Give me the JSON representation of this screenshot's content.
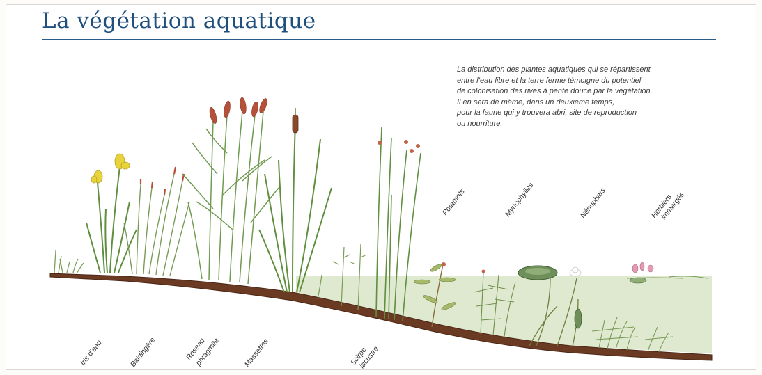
{
  "header": {
    "title": "La végétation aquatique"
  },
  "description": {
    "lines": [
      "La distribution des plantes aquatiques qui se répartissent",
      "entre l’eau libre et la terre ferme témoigne du potentiel",
      "de colonisation des rives à pente douce par la végétation.",
      "Il en sera de même, dans un deuxième temps,",
      "pour la faune qui y trouvera abri, site de reproduction",
      "ou nourriture."
    ]
  },
  "shore_labels": {
    "iris": "Iris d’eau",
    "baldingere": "Baldingère",
    "roseau_line1": "Roseau",
    "roseau_line2": "phragmite",
    "massettes": "Massettes",
    "scirpe_line1": "Scirpe",
    "scirpe_line2": "lacustre"
  },
  "water_labels": {
    "potamots": "Potamots",
    "myriophylles": "Myriophylles",
    "nenuphars": "Nénuphars",
    "herbiers_line1": "Herbiers",
    "herbiers_line2": "immergés"
  },
  "colors": {
    "title": "#1f4f7d",
    "rule": "#2a5b8a",
    "soil": "#6b3a22",
    "water": "#dfe9cf",
    "reed_green": "#6f9a4f",
    "reed_flower": "#b5503a",
    "iris_flower": "#e8d43a",
    "water_lily_pink": "#e39bb3"
  }
}
